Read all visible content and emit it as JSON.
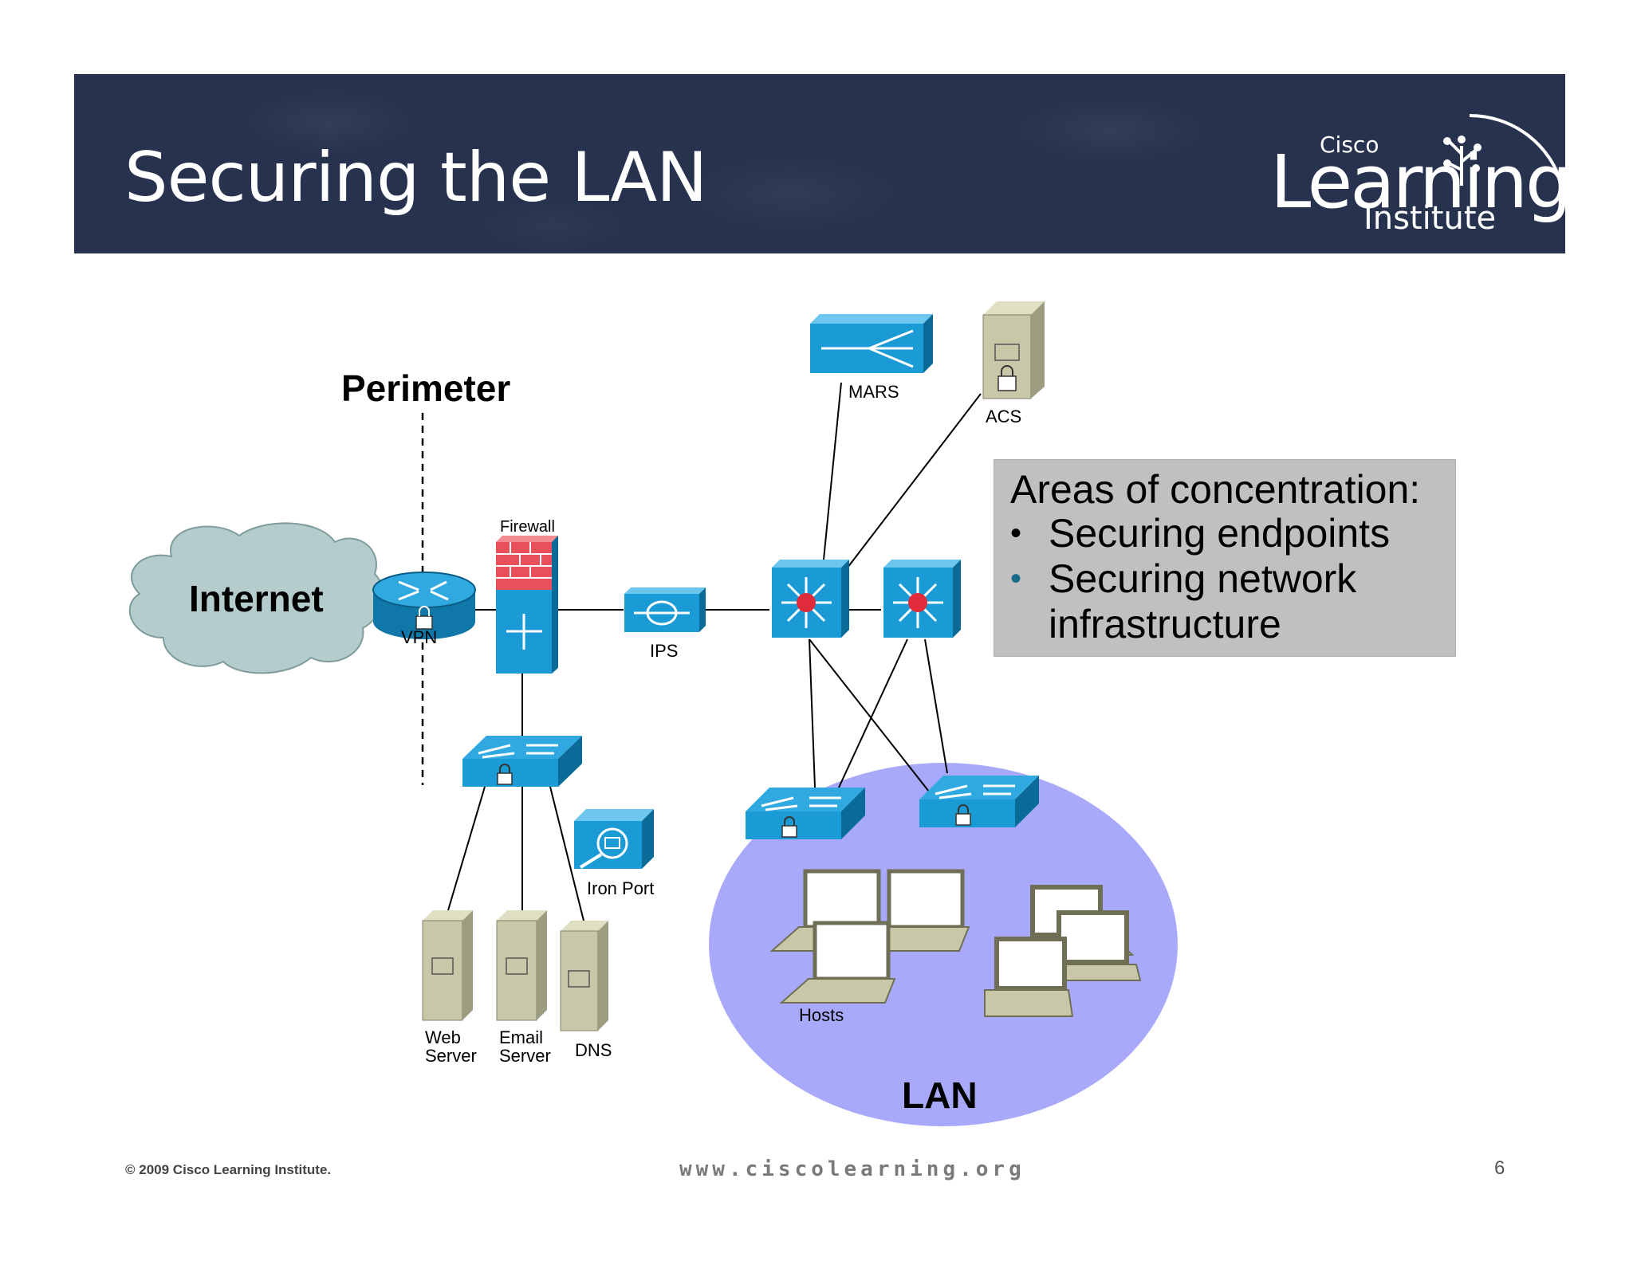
{
  "slide": {
    "title": "Securing the LAN",
    "logo": {
      "line1": "Cisco",
      "line2": "Learning",
      "line3": "Institute"
    }
  },
  "diagram": {
    "perimeter_label": "Perimeter",
    "internet_label": "Internet",
    "lan_label": "LAN",
    "devices": {
      "vpn": "VPN",
      "firewall": "Firewall",
      "ips": "IPS",
      "mars": "MARS",
      "acs": "ACS",
      "iron_port": "Iron Port",
      "web_server": "Web\nServer",
      "email_server": "Email\nServer",
      "dns": "DNS",
      "hosts": "Hosts"
    },
    "colors": {
      "device_blue": "#1b9bd5",
      "cloud_fill": "#b4cccb",
      "lan_fill": "#a9a9fb",
      "firewall_red": "#e9505a",
      "server_beige": "#c8c8a8"
    }
  },
  "callout": {
    "heading": "Areas of concentration:",
    "items": [
      "Securing endpoints",
      "Securing network infrastructure"
    ],
    "bullet": "•"
  },
  "footer": {
    "copyright": "© 2009 Cisco Learning Institute.",
    "url": "www.ciscolearning.org",
    "page_number": "6"
  }
}
